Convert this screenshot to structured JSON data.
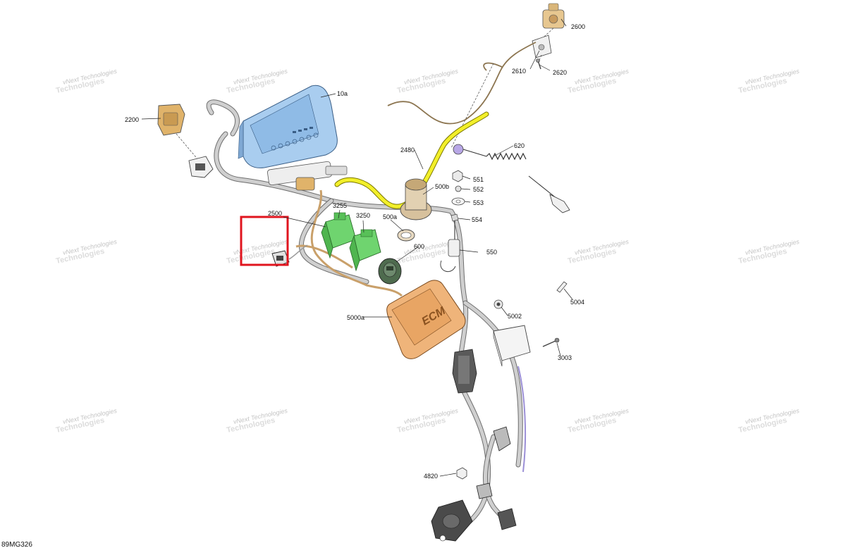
{
  "diagram": {
    "code": "89MG326",
    "watermark": {
      "line1": "vNext Technologies",
      "line2": "Technologies"
    },
    "colors": {
      "cluster": "#a9cdef",
      "ecm": "#efb47a",
      "relay": "#6fd46f",
      "yellow_wire": "#f2ef2a",
      "highlight_box": "#e0141e",
      "tan_part": "#e7c790"
    },
    "labels": {
      "p2600": "2600",
      "p2610": "2610",
      "p2620": "2620",
      "p10a": "10a",
      "p2200": "2200",
      "p2480": "2480",
      "p620": "620",
      "p551": "551",
      "p552": "552",
      "p553": "553",
      "p500b": "500b",
      "p3255": "3255",
      "p3250": "3250",
      "p500a": "500a",
      "p554": "554",
      "p2500": "2500",
      "p600": "600",
      "p550": "550",
      "p5004": "5004",
      "p5002": "5002",
      "p5000a": "5000a",
      "p3003": "3003",
      "p4820": "4820"
    },
    "ecm_text": "ECM"
  }
}
